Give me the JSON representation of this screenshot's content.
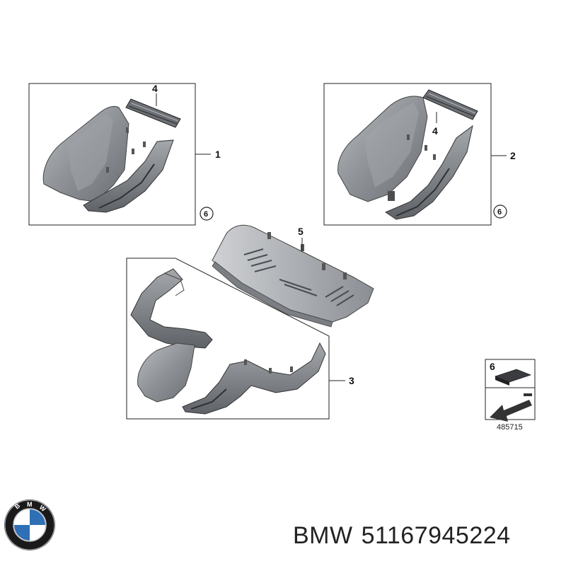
{
  "callouts": {
    "c1": "1",
    "c2": "2",
    "c3": "3",
    "c4a": "4",
    "c4b": "4",
    "c5": "5",
    "c6a": "6",
    "c6b": "6",
    "legend6": "6"
  },
  "reference_number": "485715",
  "footer": {
    "brand": "BMW",
    "part_number": "51167945224"
  },
  "logo": {
    "letters": "BMW",
    "colors": {
      "ring": "#1a1a1a",
      "blue": "#2f6fb5",
      "white": "#ffffff"
    }
  }
}
